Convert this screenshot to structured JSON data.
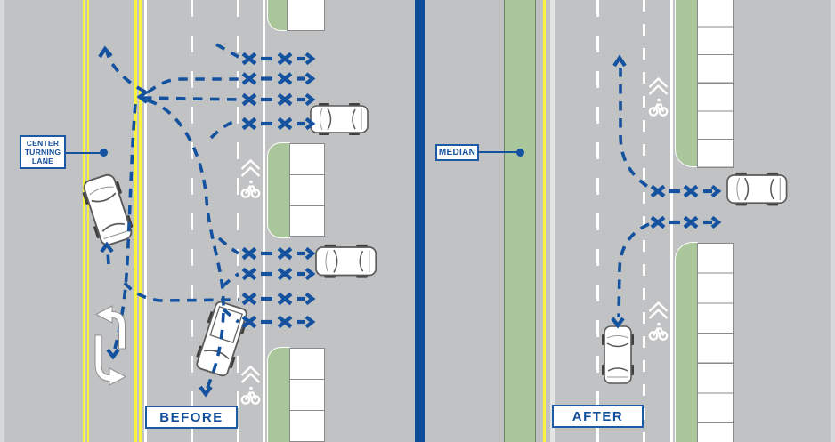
{
  "labels": {
    "center_turning_lane": "CENTER TURNING LANE",
    "median": "MEDIAN",
    "before": "BEFORE",
    "after": "AFTER"
  },
  "panels": {
    "before": {
      "name": "BEFORE",
      "callout": "CENTER TURNING LANE",
      "conflict_rows": 8,
      "conflict_marks_per_row": 2,
      "driveways": 2,
      "vehicles": 4,
      "bike_markings": 2,
      "features": [
        "center turning lane between double yellow lines",
        "two-way left-turn pavement arrows",
        "many crossing movement paths",
        "8 rows of conflict X marks at driveways"
      ]
    },
    "after": {
      "name": "AFTER",
      "callout": "MEDIAN",
      "conflict_rows": 2,
      "conflict_marks_per_row": 2,
      "driveways": 1,
      "vehicles": 2,
      "bike_markings": 2,
      "features": [
        "raised landscaped median",
        "through movement only",
        "2 rows of conflict X marks at driveway"
      ]
    }
  },
  "colors": {
    "road_gray": "#c1c2c4",
    "landscape_green": "#a9c79a",
    "lane_yellow": "#fbf23b",
    "marking_white": "#ffffff",
    "diagram_blue": "#14519e",
    "divider_navy": "#0d4c9d",
    "outline_gray": "#8a8a8a"
  },
  "icons": [
    {
      "name": "sharrow-icon",
      "meaning": "shared-lane bicycle marking"
    },
    {
      "name": "conflict-x-icon",
      "meaning": "vehicle conflict point"
    },
    {
      "name": "turn-arrow-marking-icon",
      "meaning": "two-way left-turn lane arrow"
    },
    {
      "name": "car-icon",
      "meaning": "passenger vehicle, top view"
    },
    {
      "name": "truck-icon",
      "meaning": "pickup truck, top view"
    },
    {
      "name": "callout-dot-icon",
      "meaning": "label leader anchor"
    }
  ]
}
